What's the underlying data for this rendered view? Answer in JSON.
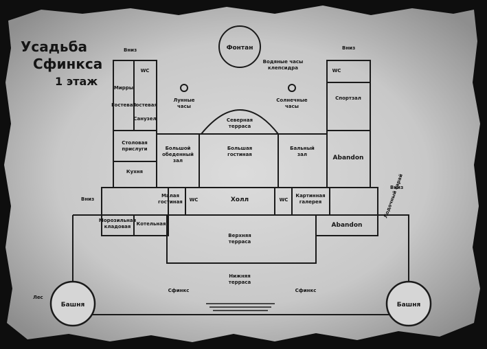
{
  "map": {
    "title_line1": "Усадьба",
    "title_line2": "Сфинкса",
    "floor": "1 этаж",
    "labels": {
      "fountain": "Фонтан",
      "water_clock": "Водяные часы",
      "water_clock_2": "клепсидра",
      "moon_clock": "Лунные",
      "moon_clock_2": "часы",
      "sun_clock": "Солнечные",
      "sun_clock_2": "часы",
      "north_terrace": "Северная",
      "north_terrace_2": "терраса",
      "big_dining": "Большой",
      "big_dining_2": "обеденный",
      "big_dining_3": "зал",
      "big_living": "Большая",
      "big_living_2": "гостиная",
      "ballroom": "Бальный",
      "ballroom_2": "зал",
      "abandon_top": "Abandon",
      "abandon_bottom": "Abandon",
      "sportzal": "Спортзал",
      "kitchen": "Кухня",
      "servants": "Столовая",
      "servants_2": "прислуги",
      "small_living": "Малая",
      "small_living_2": "гостиная",
      "hall": "Холл",
      "gallery": "Картинная",
      "gallery_2": "галерея",
      "wc1": "WC",
      "wc2": "WC",
      "wc3": "WC",
      "wc4": "WC",
      "pantry": "Морозильная",
      "pantry_2": "кладовая",
      "boiler": "Котельная",
      "upper_terrace": "Верхняя",
      "upper_terrace_2": "терраса",
      "lower_terrace": "Нижняя",
      "lower_terrace_2": "терраса",
      "sphinx_left": "Сфинкс",
      "sphinx_right": "Сфинкс",
      "tower_left": "Башня",
      "tower_right": "Башня",
      "forest": "Лес",
      "down_left": "Вниз",
      "down_right": "Вниз",
      "down_top_left": "Вниз",
      "down_top_right": "Вниз",
      "tool_storage": "Лодочный сарай",
      "room_mirror": "Мирры",
      "room_gosti": "Гостевая",
      "room_gosti2": "Гостевая",
      "room_sanuzel": "Санузел"
    }
  }
}
